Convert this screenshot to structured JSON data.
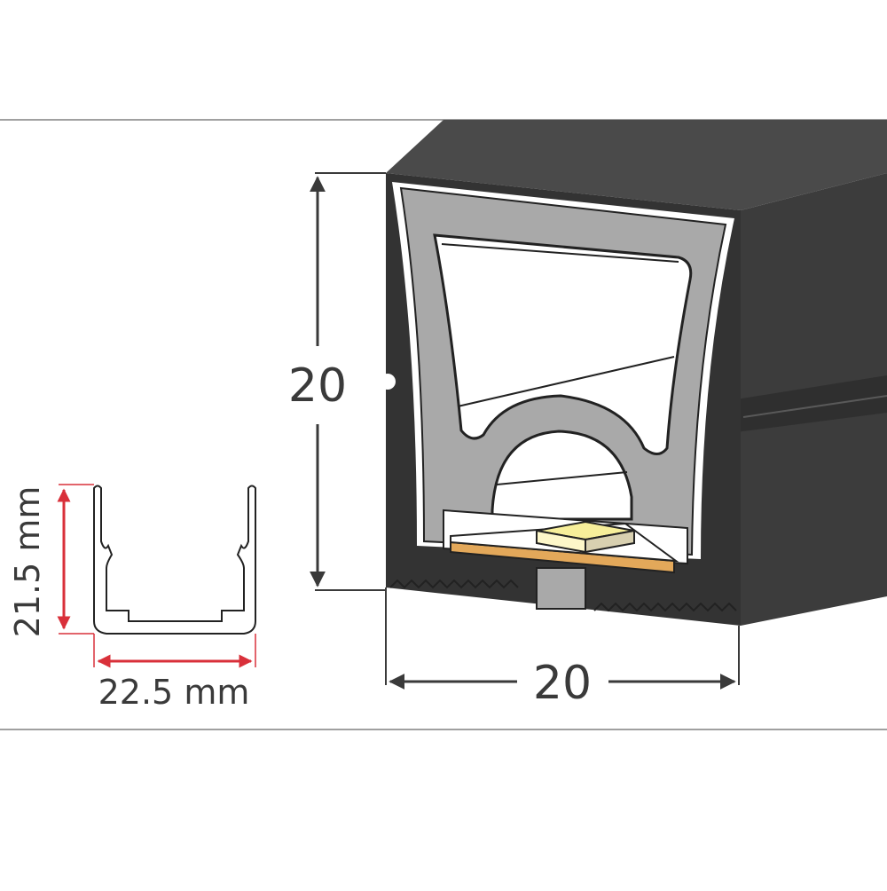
{
  "profile": {
    "height_label": "20",
    "width_label": "20"
  },
  "channel": {
    "height_label": "21.5 mm",
    "width_label": "22.5 mm"
  },
  "colors": {
    "profile_body": "#3a3a3a",
    "profile_top": "#4a4a4a",
    "diffuser": "#a9a9a9",
    "led_chip": "#f7ef9a",
    "pcb": "#e3a85a",
    "dimension_dark": "#3a3a3a",
    "dimension_red": "#d9303a",
    "frame_line": "#a0a0a0"
  }
}
